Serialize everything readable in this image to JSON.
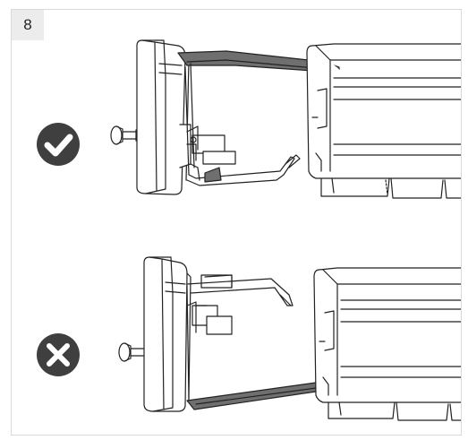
{
  "step": {
    "number": "8"
  },
  "panels": [
    {
      "status": "correct",
      "icon": "checkmark-icon",
      "color": "#3f3f3f"
    },
    {
      "status": "incorrect",
      "icon": "cross-icon",
      "color": "#3f3f3f"
    }
  ]
}
